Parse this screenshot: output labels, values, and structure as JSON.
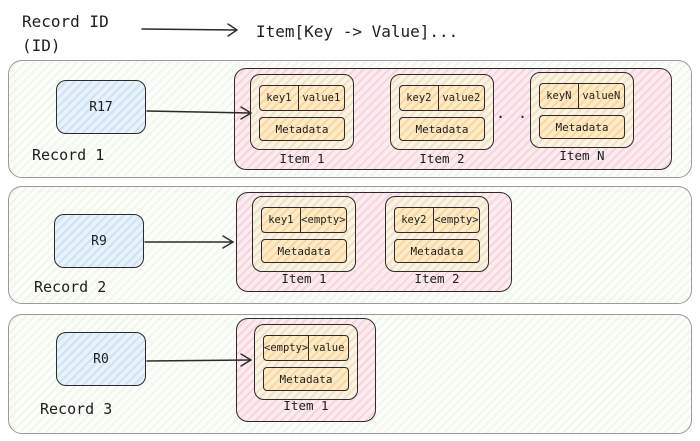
{
  "header": {
    "left_line1": "Record ID",
    "left_line2": "(ID)",
    "right": "Item[Key -> Value]..."
  },
  "ellipsis": ". .",
  "records": [
    {
      "id": "R17",
      "label": "Record 1",
      "items": [
        {
          "key": "key1",
          "value": "value1",
          "meta": "Metadata",
          "label": "Item 1"
        },
        {
          "key": "key2",
          "value": "value2",
          "meta": "Metadata",
          "label": "Item 2"
        },
        {
          "key": "keyN",
          "value": "valueN",
          "meta": "Metadata",
          "label": "Item N"
        }
      ]
    },
    {
      "id": "R9",
      "label": "Record 2",
      "items": [
        {
          "key": "key1",
          "value": "<empty>",
          "meta": "Metadata",
          "label": "Item 1"
        },
        {
          "key": "key2",
          "value": "<empty>",
          "meta": "Metadata",
          "label": "Item 2"
        }
      ]
    },
    {
      "id": "R0",
      "label": "Record 3",
      "items": [
        {
          "key": "<empty>",
          "value": "value",
          "meta": "Metadata",
          "label": "Item 1"
        }
      ]
    }
  ]
}
